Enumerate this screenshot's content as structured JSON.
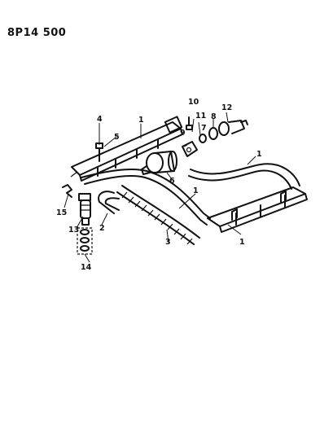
{
  "document_id": "8P14 500",
  "callouts": {
    "c1_a": "1",
    "c1_b": "1",
    "c1_c": "1",
    "c1_d": "1",
    "c2": "2",
    "c3": "3",
    "c4": "4",
    "c5": "5",
    "c6": "6",
    "c7": "7",
    "c8": "8",
    "c9": "9",
    "c10": "10",
    "c11": "11",
    "c12": "12",
    "c13": "13",
    "c14": "14",
    "c15": "15"
  }
}
